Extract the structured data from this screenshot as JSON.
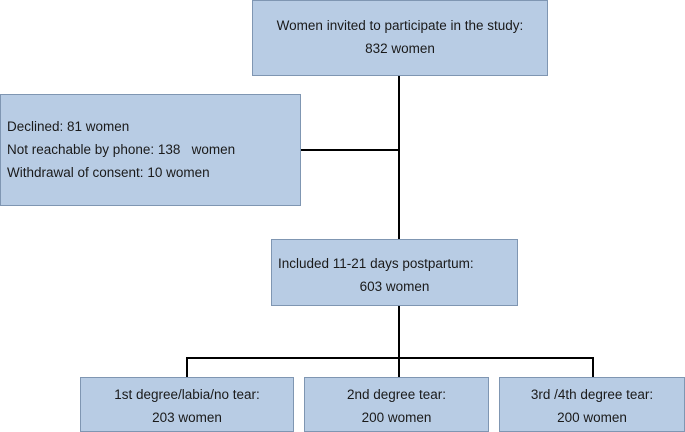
{
  "flowchart": {
    "invited": {
      "title": "Women invited to participate in the  study:",
      "count": "832 women"
    },
    "excluded": {
      "lines": [
        "Declined: 81 women",
        "Not reachable by phone: 138   women",
        "Withdrawal of consent: 10 women"
      ]
    },
    "included": {
      "title": "Included 11-21 days postpartum:",
      "count": "603 women"
    },
    "groups": [
      {
        "label": "1st degree/labia/no tear:",
        "count": "203 women"
      },
      {
        "label": "2nd degree tear:",
        "count": "200 women"
      },
      {
        "label": "3rd /4th degree tear:",
        "count": "200 women"
      }
    ]
  },
  "colors": {
    "box_fill": "#b8cce4",
    "box_border": "#7f96b2",
    "connector": "#000000"
  }
}
